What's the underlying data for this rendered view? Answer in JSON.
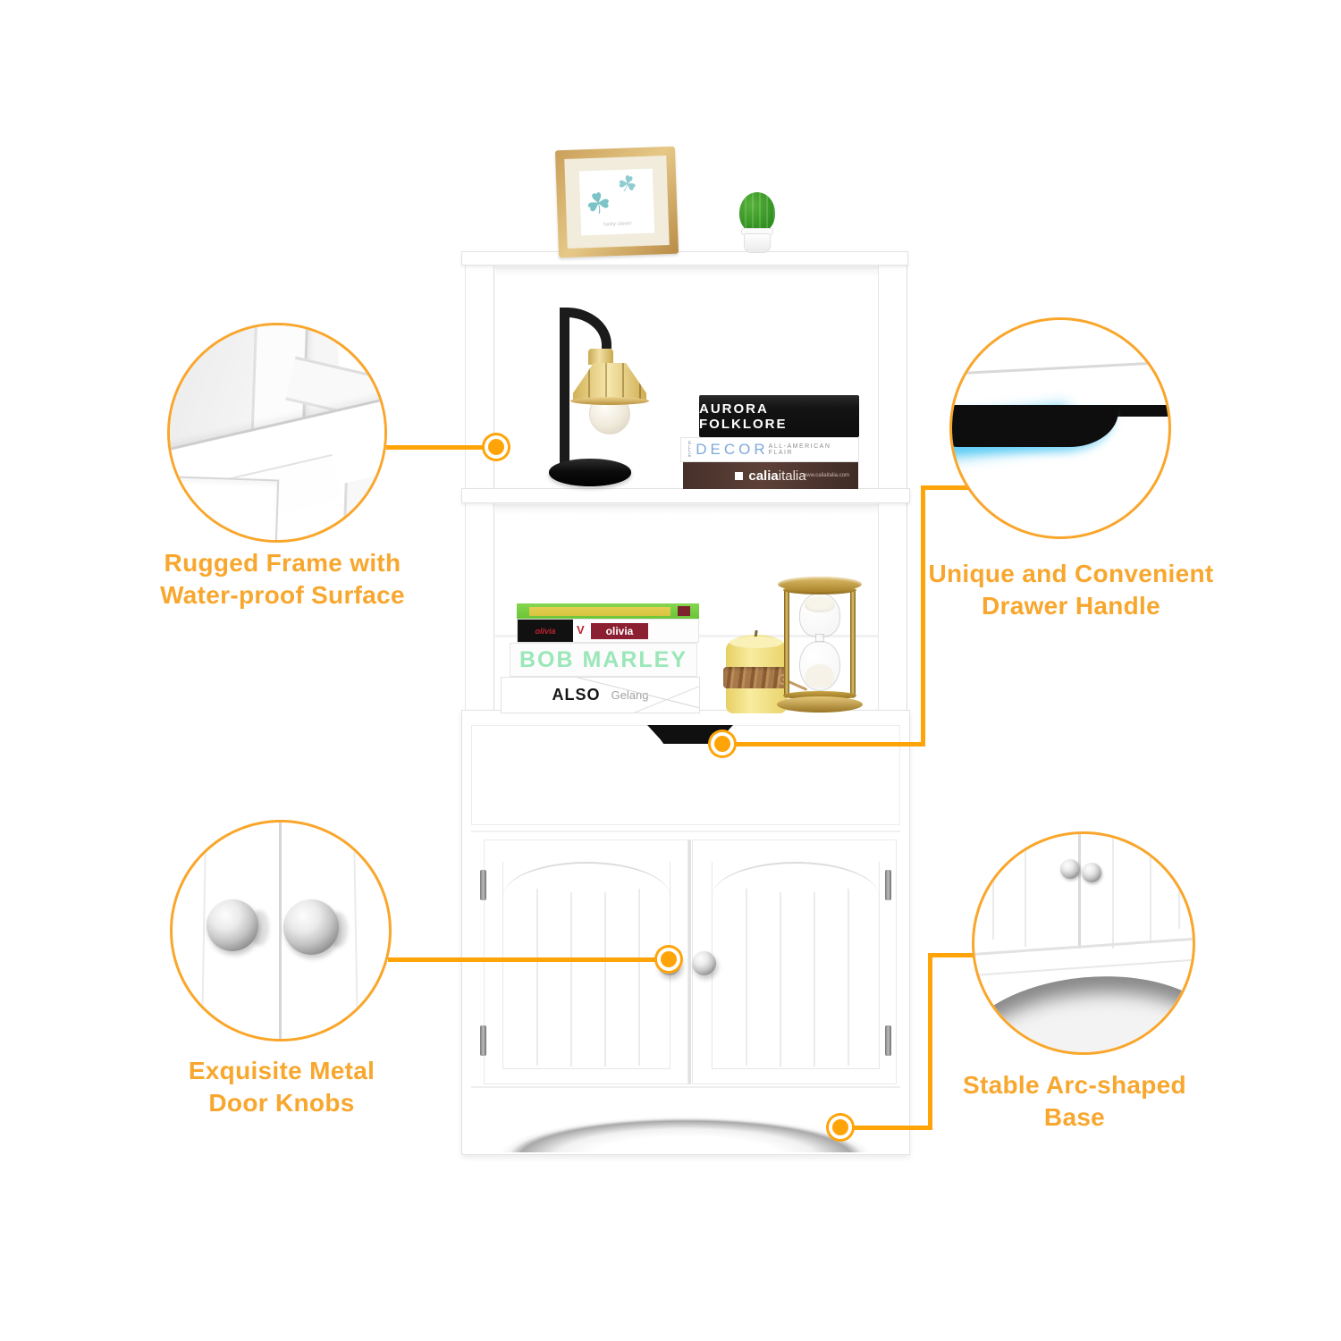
{
  "callouts": {
    "top_left": {
      "line1": "Rugged Frame with",
      "line2": "Water-proof Surface"
    },
    "top_right": {
      "line1": "Unique and Convenient",
      "line2": "Drawer Handle"
    },
    "bottom_left": {
      "line1": "Exquisite Metal",
      "line2": "Door Knobs"
    },
    "bottom_right": {
      "line1": "Stable Arc-shaped",
      "line2": "Base"
    }
  },
  "colors": {
    "accent_text": "#F8A72E",
    "accent_line": "#FFA408",
    "circle_stroke": "#F9A62B",
    "handle_glow": "#56C8F5"
  },
  "decor": {
    "frame_caption": "lucky clover",
    "clover_glyph": "☘",
    "books_upper": {
      "aurora": {
        "title": "AURORA FOLKLORE"
      },
      "decor": {
        "brand": "ELLE",
        "title": "DECOR",
        "subtitle": "ALL-AMERICAN FLAIR"
      },
      "calia": {
        "title_bold": "calia",
        "title_light": "italia",
        "url": "www.caliaitalia.com"
      }
    },
    "books_lower": {
      "olivia": {
        "logo": "olivia",
        "mark": "V",
        "label": "olivia"
      },
      "bob": {
        "title": "BOB MARLEY"
      },
      "also": {
        "title": "ALSO",
        "subtitle": "Gelang"
      }
    }
  }
}
